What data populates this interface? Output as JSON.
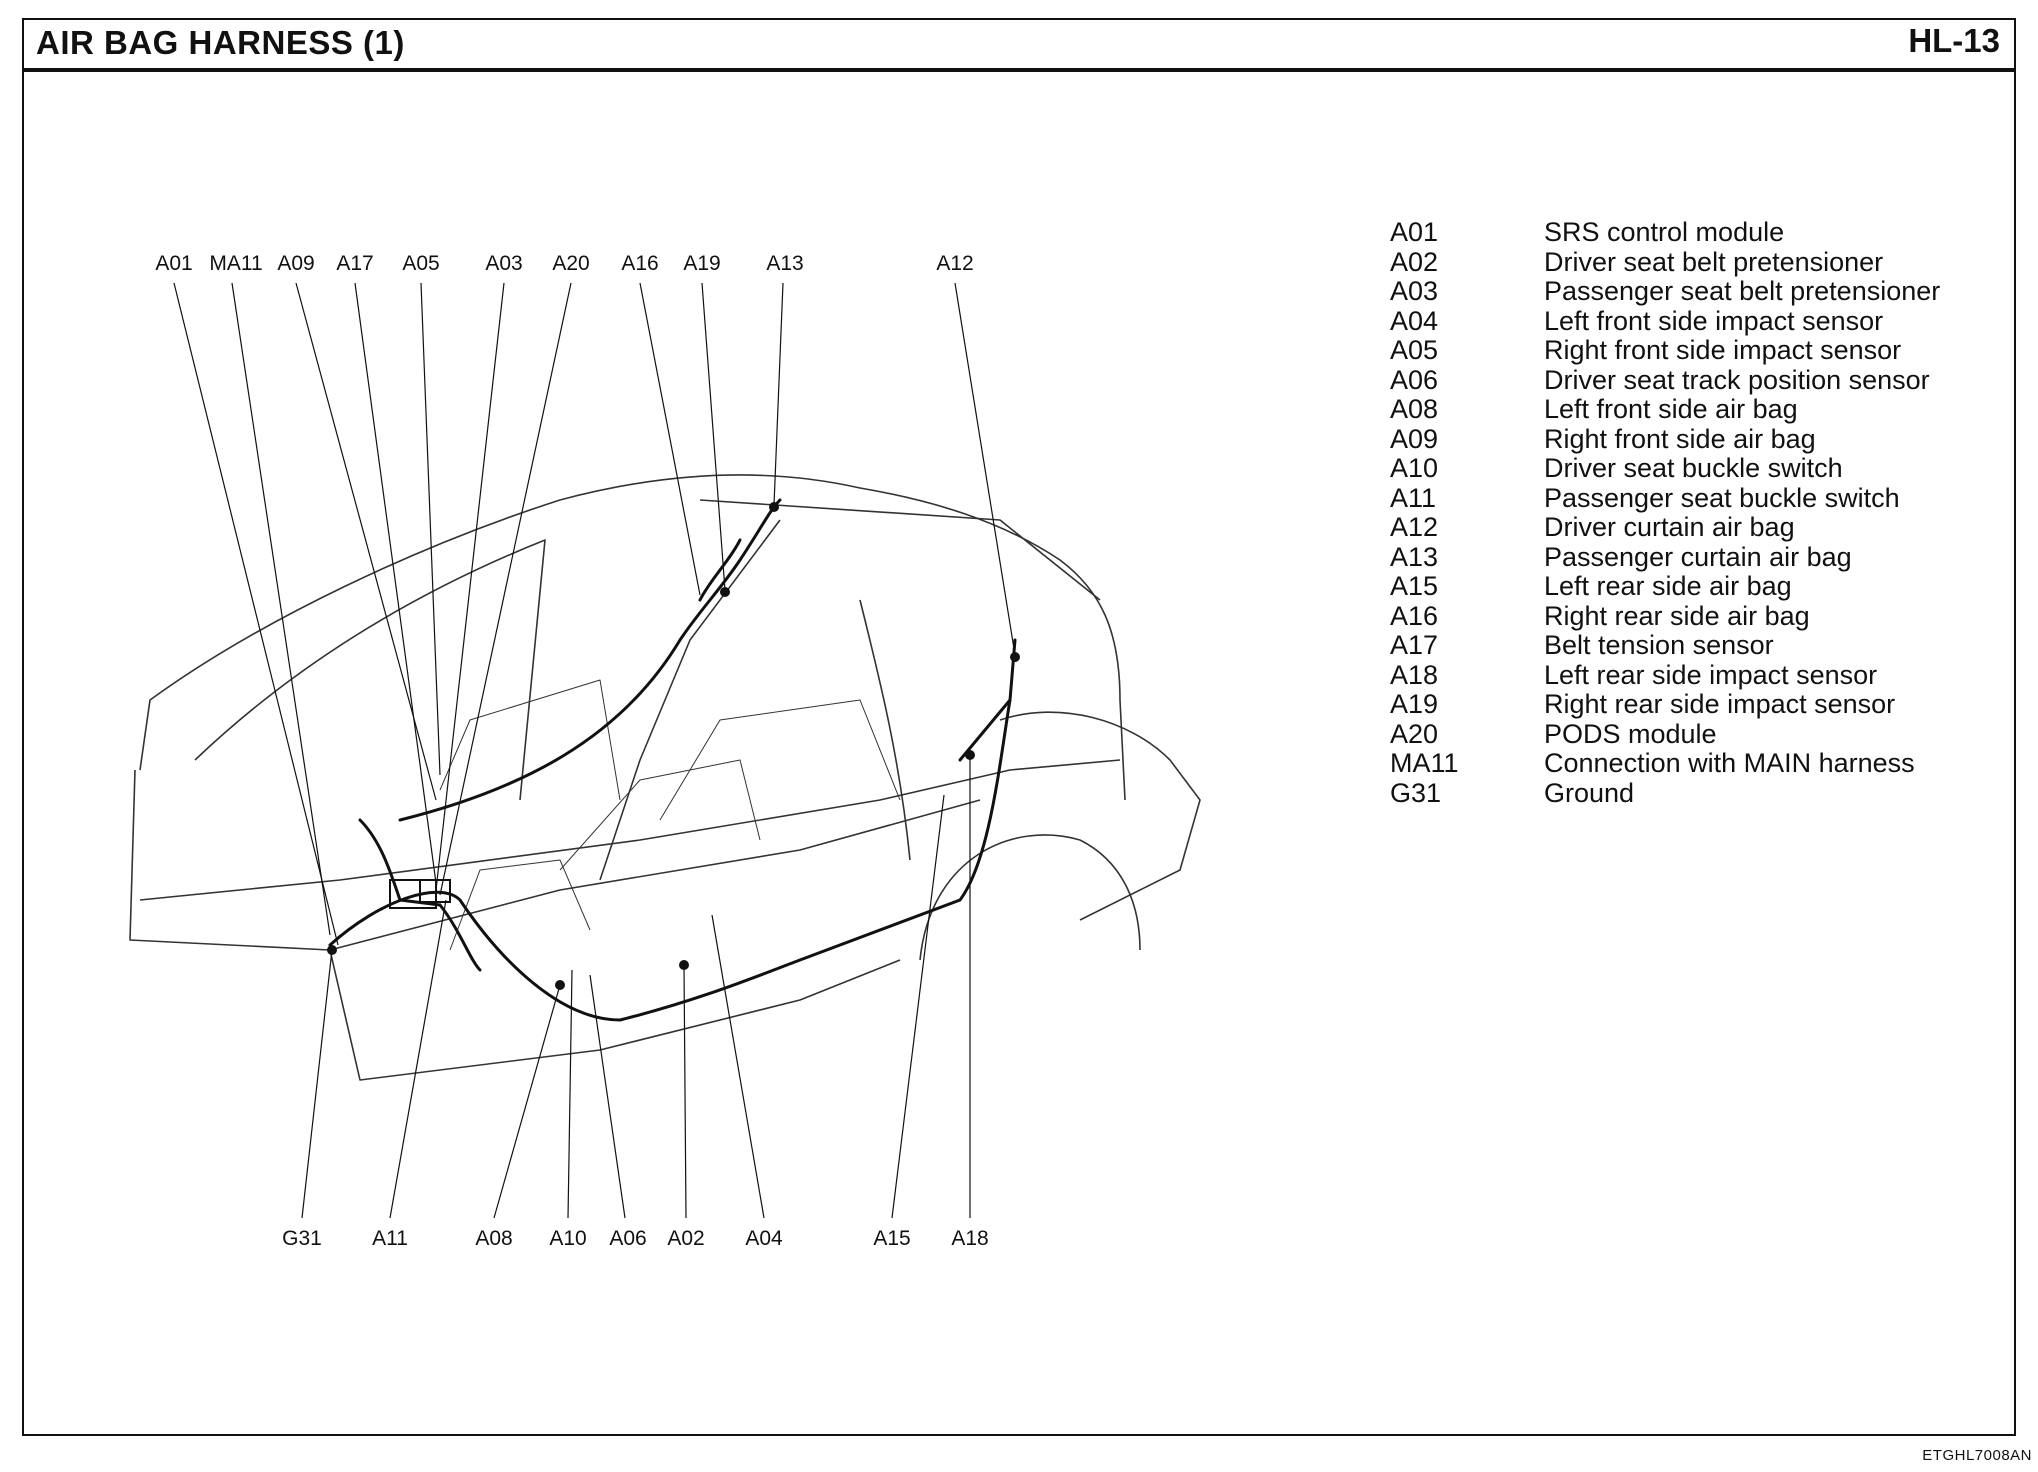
{
  "header": {
    "title": "AIR BAG HARNESS (1)",
    "page": "HL-13"
  },
  "top_callouts": [
    "A01",
    "MA11",
    "A09",
    "A17",
    "A05",
    "A03",
    "A20",
    "A16",
    "A19",
    "A13",
    "A12"
  ],
  "bottom_callouts": [
    "G31",
    "A11",
    "A08",
    "A10",
    "A06",
    "A02",
    "A04",
    "A15",
    "A18"
  ],
  "legend": [
    {
      "code": "A01",
      "desc": "SRS control module"
    },
    {
      "code": "A02",
      "desc": "Driver seat belt pretensioner"
    },
    {
      "code": "A03",
      "desc": "Passenger seat belt pretensioner"
    },
    {
      "code": "A04",
      "desc": "Left front side impact sensor"
    },
    {
      "code": "A05",
      "desc": "Right front side impact sensor"
    },
    {
      "code": "A06",
      "desc": "Driver seat track position sensor"
    },
    {
      "code": "A08",
      "desc": "Left front side air bag"
    },
    {
      "code": "A09",
      "desc": "Right front side air bag"
    },
    {
      "code": "A10",
      "desc": "Driver seat buckle switch"
    },
    {
      "code": "A11",
      "desc": "Passenger seat buckle switch"
    },
    {
      "code": "A12",
      "desc": "Driver curtain air bag"
    },
    {
      "code": "A13",
      "desc": "Passenger curtain air bag"
    },
    {
      "code": "A15",
      "desc": "Left rear side air bag"
    },
    {
      "code": "A16",
      "desc": "Right rear side air bag"
    },
    {
      "code": "A17",
      "desc": "Belt tension sensor"
    },
    {
      "code": "A18",
      "desc": "Left rear side impact sensor"
    },
    {
      "code": "A19",
      "desc": "Right rear side impact sensor"
    },
    {
      "code": "A20",
      "desc": "PODS module"
    },
    {
      "code": "MA11",
      "desc": "Connection with MAIN harness"
    },
    {
      "code": "G31",
      "desc": "Ground"
    }
  ],
  "figure_id": "ETGHL7008AN"
}
